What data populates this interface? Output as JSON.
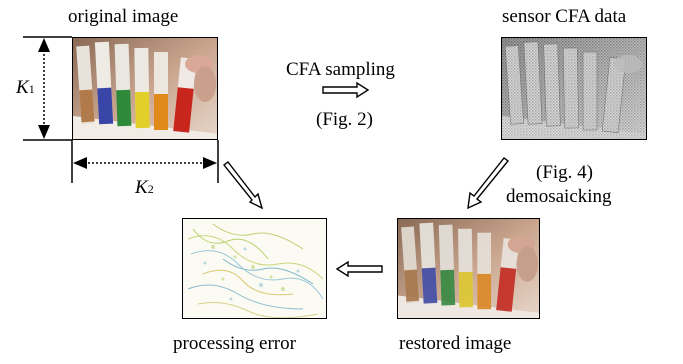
{
  "labels": {
    "original": "original image",
    "sensor": "sensor CFA data",
    "cfa_sampling": "CFA sampling",
    "fig2": "(Fig. 2)",
    "fig4": "(Fig. 4)",
    "demosaicking": "demosaicking",
    "processing_error": "processing error",
    "restored": "restored image"
  },
  "dims": {
    "k1_base": "K",
    "k1_sub": "1",
    "k2_base": "K",
    "k2_sub": "2"
  },
  "colors": {
    "tube_colors": [
      "#c9b98c",
      "#3a45a8",
      "#2e8a3a",
      "#e2cf2a",
      "#e08a1c",
      "#c8261c"
    ],
    "background": "#ffffff",
    "line": "#000000"
  }
}
